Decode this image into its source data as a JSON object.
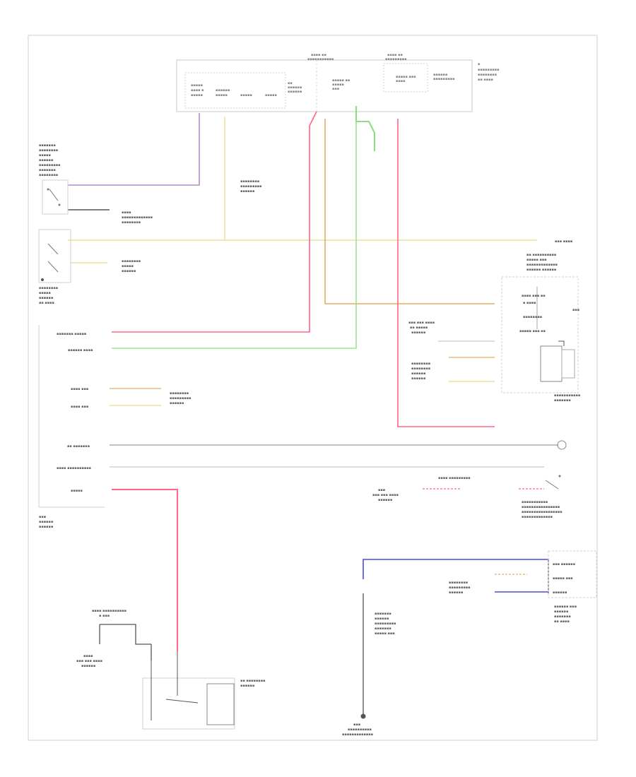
{
  "diagram": {
    "footer_code": "",
    "wire_colors": {
      "violet": "#b48ccc",
      "yellow": "#e6d98a",
      "red": "#ff6680",
      "green": "#88e07a",
      "orange_yellow": "#e0b060",
      "blue": "#4b4bd8",
      "gray": "#bdbdbd",
      "black": "#555555"
    },
    "blocks": [
      "top-control-module",
      "top-right-module",
      "left-switch-upper",
      "left-switch-lower",
      "main-module-box",
      "right-instrument-box",
      "right-side-switch",
      "right-bottom-connector",
      "bottom-left-switch-box",
      "ground-point"
    ]
  }
}
